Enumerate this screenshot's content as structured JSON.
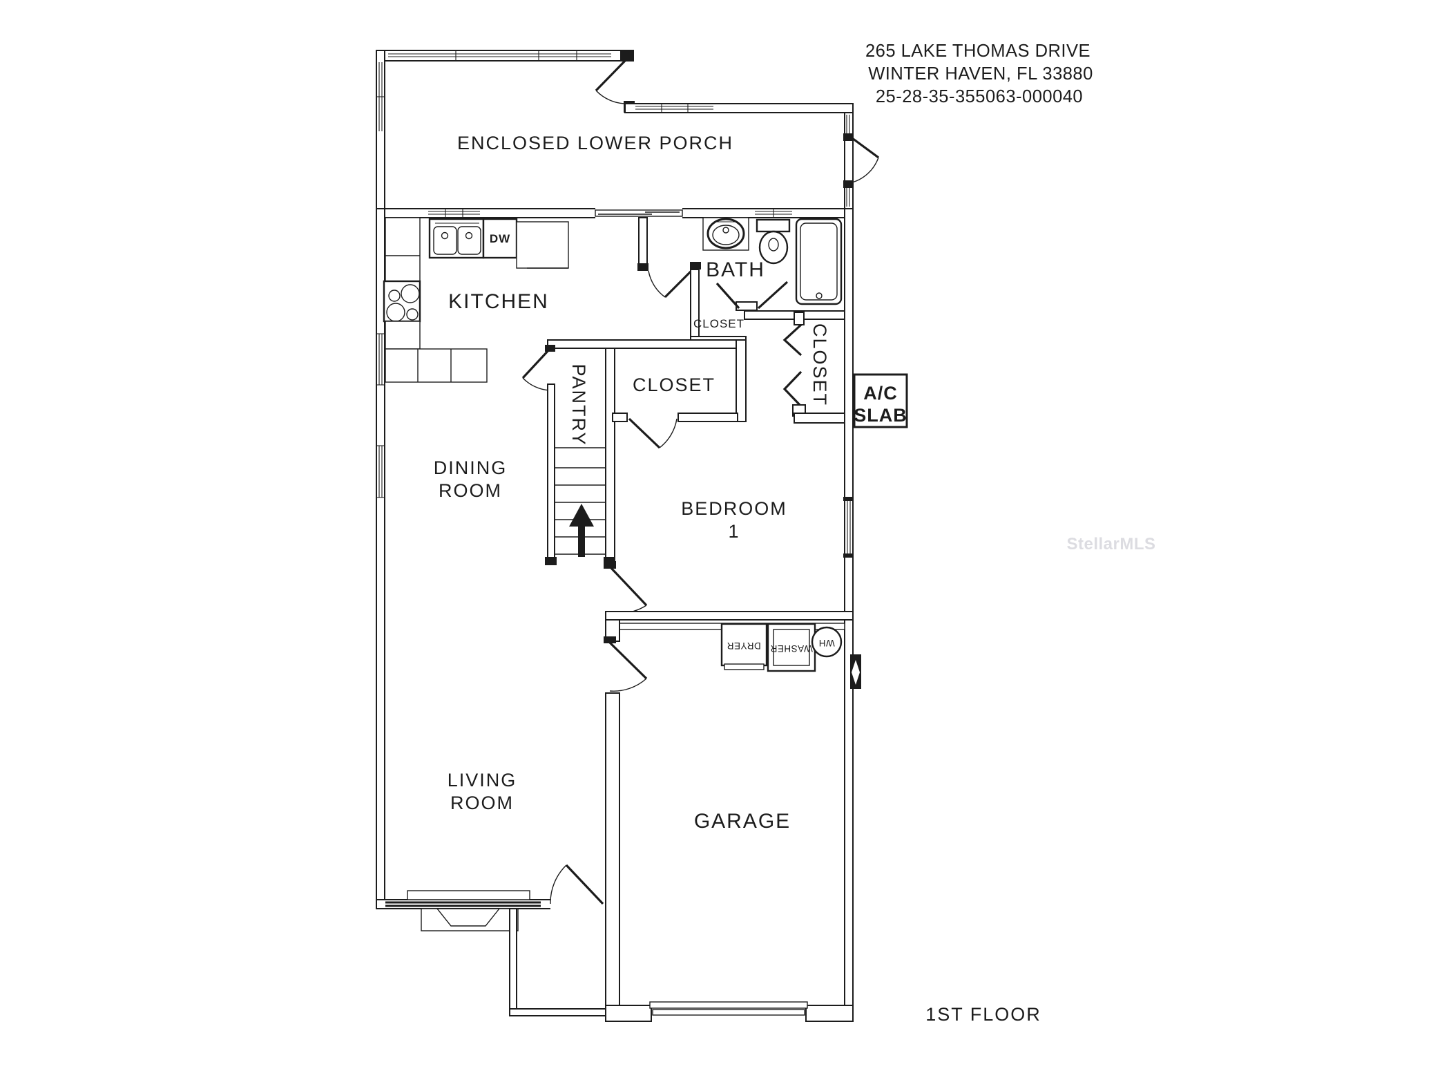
{
  "meta": {
    "address1": "265 LAKE THOMAS DRIVE",
    "address2": "WINTER HAVEN, FL 33880",
    "parcel": "25-28-35-355063-000040",
    "floor_label": "1ST FLOOR",
    "watermark": "StellarMLS"
  },
  "rooms": {
    "porch": "ENCLOSED LOWER PORCH",
    "kitchen": "KITCHEN",
    "dining": {
      "line1": "DINING",
      "line2": "ROOM"
    },
    "living": {
      "line1": "LIVING",
      "line2": "ROOM"
    },
    "bath": "BATH",
    "bedroom": {
      "line1": "BEDROOM",
      "line2": "1"
    },
    "garage": "GARAGE",
    "pantry": "PANTRY",
    "closet_small": "CLOSET",
    "closet_bedroom": "CLOSET",
    "closet_hall": "CLOSET"
  },
  "fixtures": {
    "dishwasher": "DW",
    "washer": "WASHER",
    "dryer": "DRYER",
    "water_heater": "WH",
    "ac": {
      "line1": "A/C",
      "line2": "SLAB"
    }
  },
  "colors": {
    "line": "#1c1c1c",
    "background": "#ffffff",
    "watermark": "#dcdce1"
  }
}
